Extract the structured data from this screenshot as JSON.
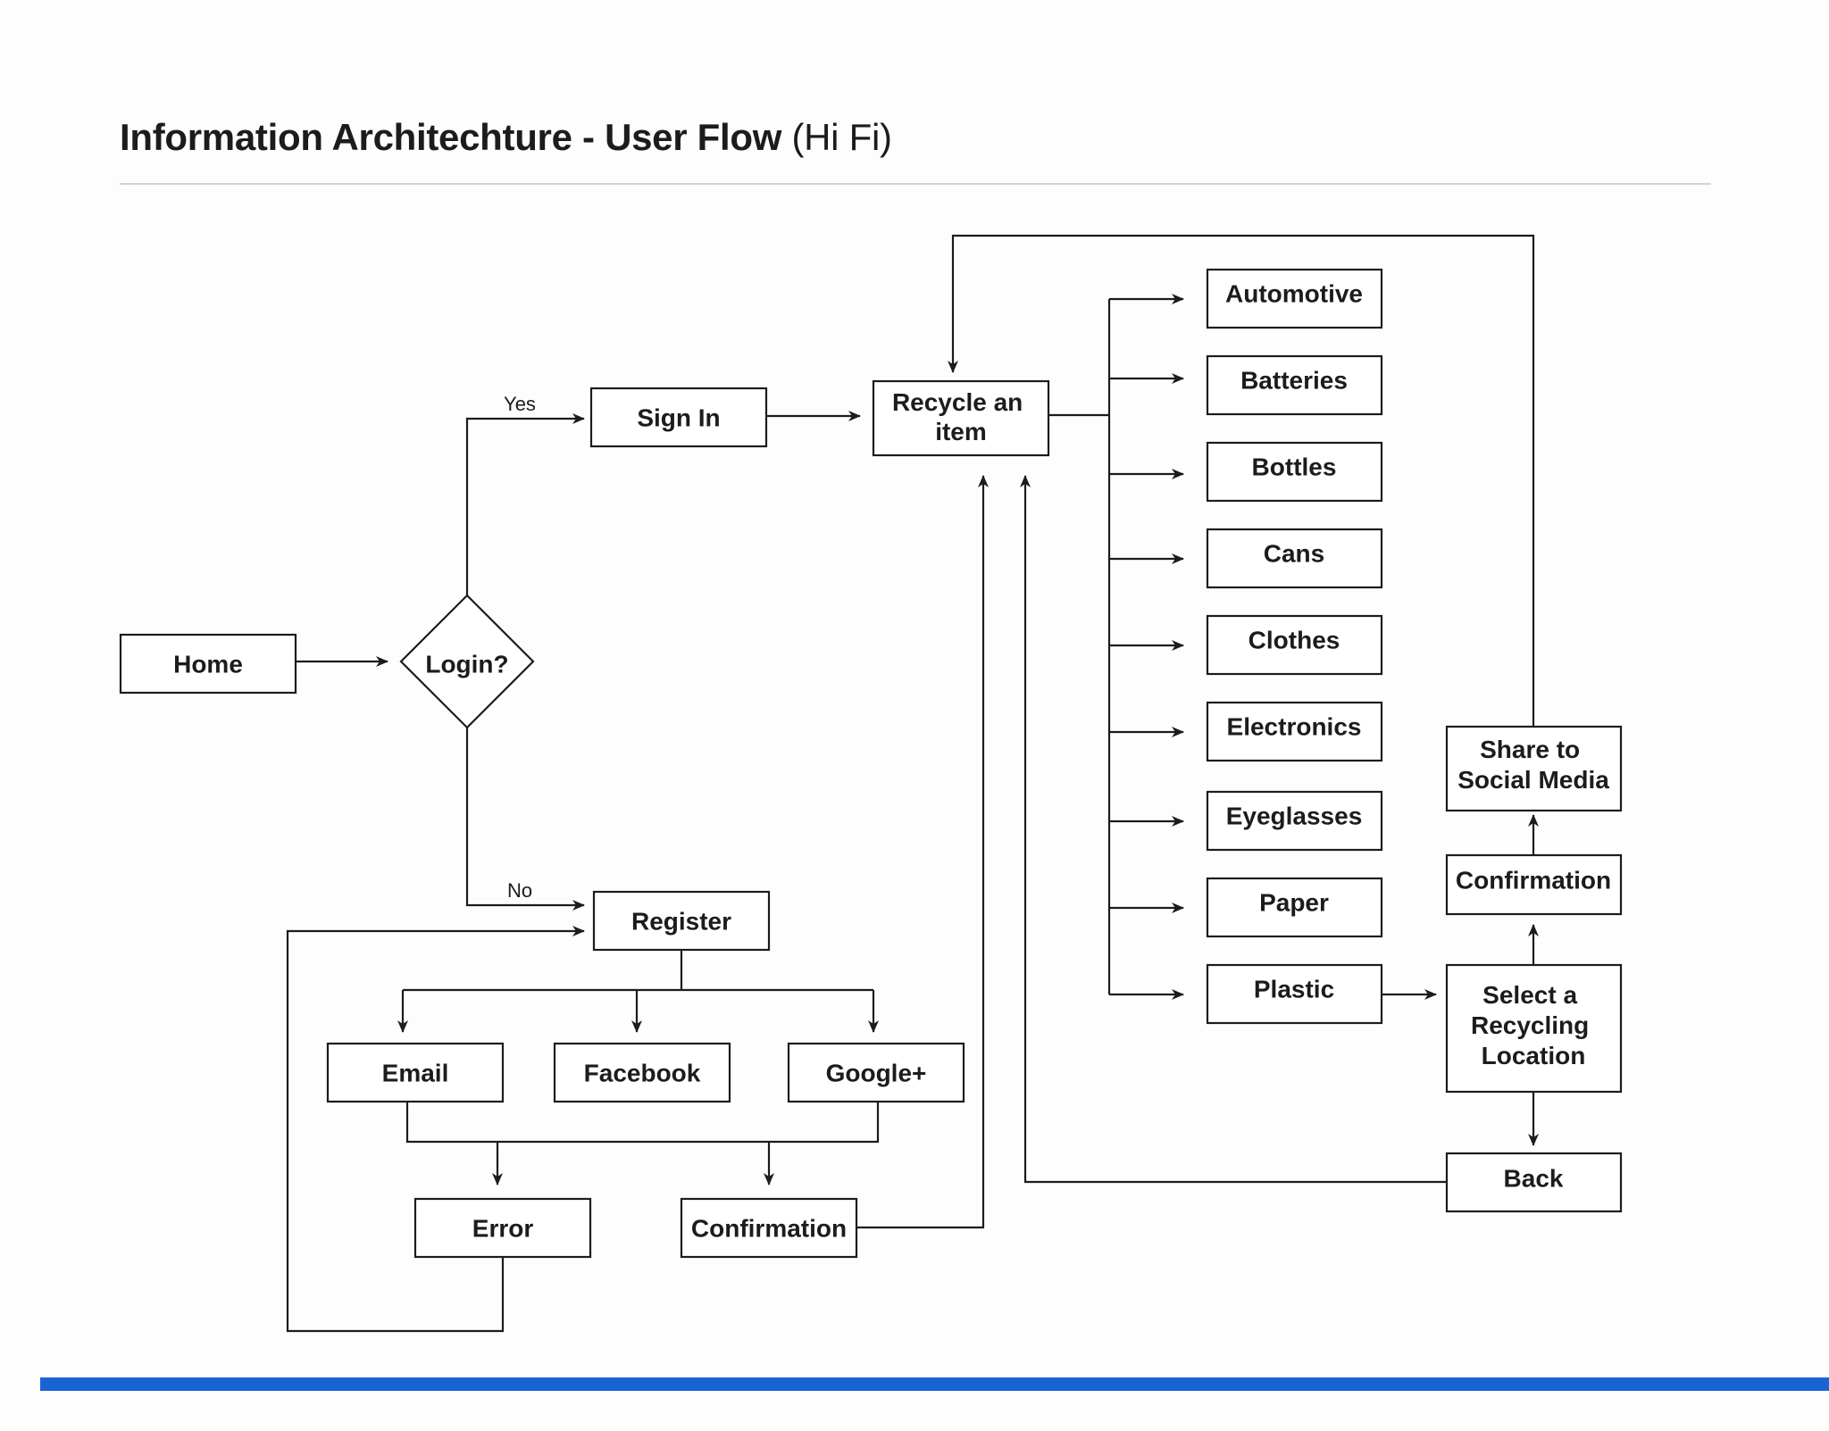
{
  "title": {
    "bold": "Information Architechture - User Flow",
    "light": "(Hi Fi)"
  },
  "colors": {
    "accent_bar": "#1a63d4",
    "line": "#1c1c1c",
    "rule": "#d3d3d3"
  },
  "nodes": {
    "home": "Home",
    "login": "Login?",
    "sign_in": "Sign In",
    "register": "Register",
    "recycle_item": [
      "Recycle an",
      "item"
    ],
    "email": "Email",
    "facebook": "Facebook",
    "google": "Google+",
    "error": "Error",
    "register_confirmation": "Confirmation",
    "automotive": "Automotive",
    "batteries": "Batteries",
    "bottles": "Bottles",
    "cans": "Cans",
    "clothes": "Clothes",
    "electronics": "Electronics",
    "eyeglasses": "Eyeglasses",
    "paper": "Paper",
    "plastic": "Plastic",
    "select_location": [
      "Select a",
      "Recycling",
      "Location"
    ],
    "location_confirmation": "Confirmation",
    "share": [
      "Share to",
      "Social Media"
    ],
    "back": "Back"
  },
  "edge_labels": {
    "yes": "Yes",
    "no": "No"
  }
}
